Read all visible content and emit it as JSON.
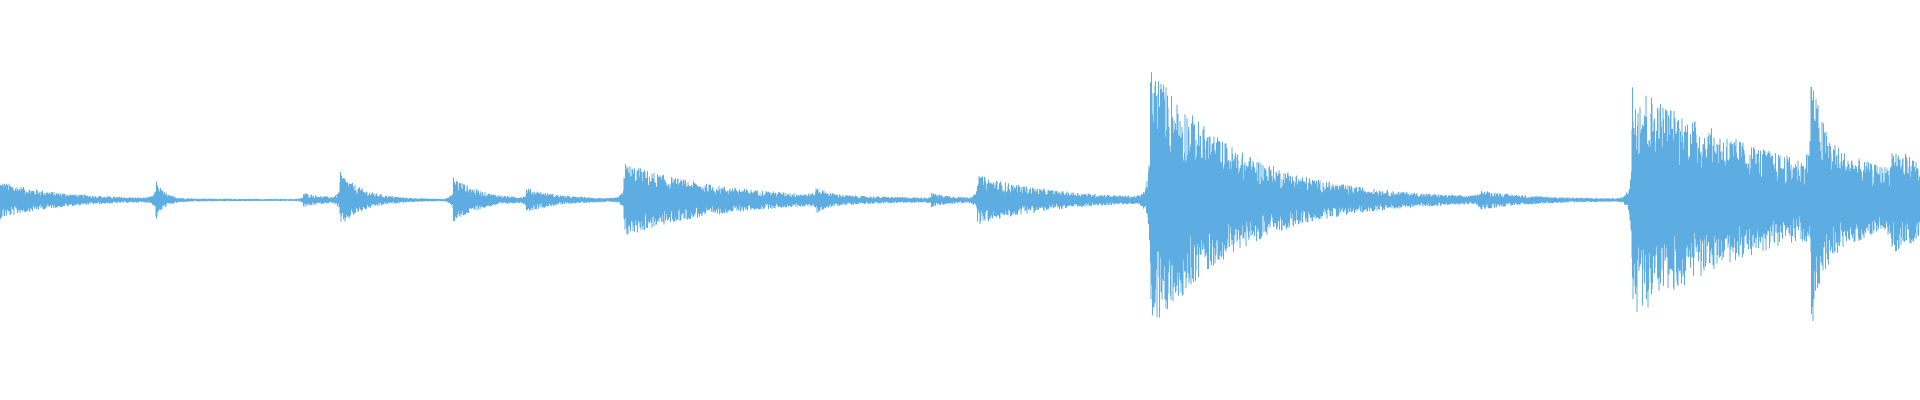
{
  "waveform": {
    "color": "#5DADE2",
    "background": "#FFFFFF",
    "baseline_amplitude": 0.006,
    "events": [
      {
        "t": 0.0,
        "peak": 0.11,
        "decay": 0.03
      },
      {
        "t": 0.081,
        "peak": 0.12,
        "decay": 0.004
      },
      {
        "t": 0.158,
        "peak": 0.04,
        "decay": 0.012
      },
      {
        "t": 0.177,
        "peak": 0.16,
        "decay": 0.012
      },
      {
        "t": 0.236,
        "peak": 0.14,
        "decay": 0.014
      },
      {
        "t": 0.274,
        "peak": 0.06,
        "decay": 0.018
      },
      {
        "t": 0.325,
        "peak": 0.22,
        "decay": 0.05
      },
      {
        "t": 0.425,
        "peak": 0.05,
        "decay": 0.006
      },
      {
        "t": 0.485,
        "peak": 0.03,
        "decay": 0.012
      },
      {
        "t": 0.509,
        "peak": 0.14,
        "decay": 0.04
      },
      {
        "t": 0.599,
        "peak": 0.82,
        "decay": 0.045
      },
      {
        "t": 0.77,
        "peak": 0.04,
        "decay": 0.02
      },
      {
        "t": 0.85,
        "peak": 0.72,
        "decay": 0.08
      },
      {
        "t": 0.943,
        "peak": 0.48,
        "decay": 0.006
      },
      {
        "t": 0.943,
        "peak": 0.12,
        "decay": 0.05
      },
      {
        "t": 0.985,
        "peak": 0.14,
        "decay": 0.03
      }
    ]
  }
}
